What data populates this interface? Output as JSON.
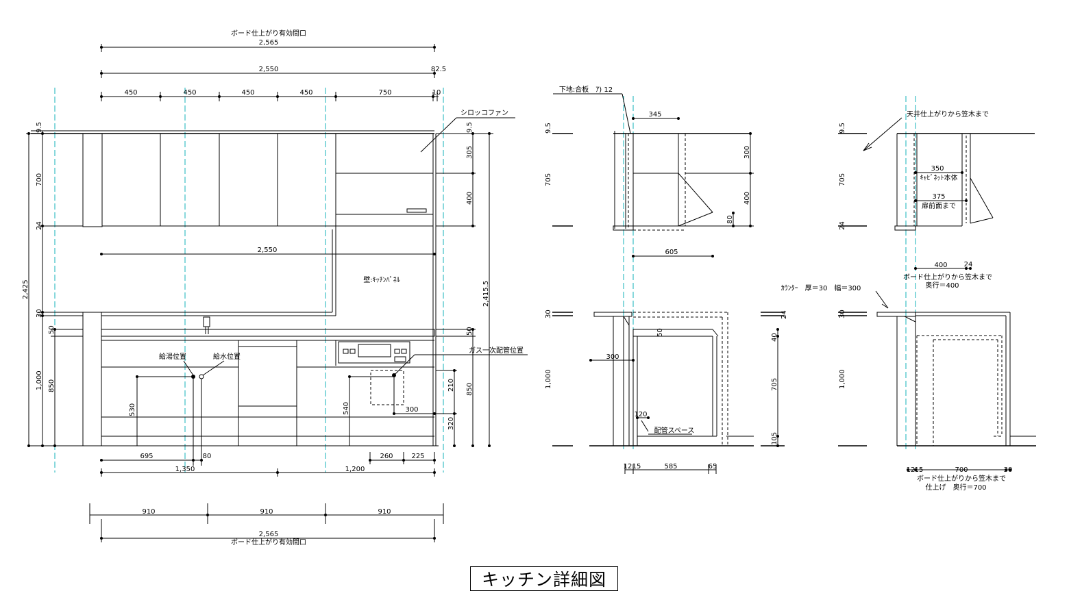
{
  "title": "キッチン詳細図",
  "front": {
    "top_label": "ボード仕上がり有効間口",
    "top_total": "2,565",
    "dim_2550": "2,550",
    "dim_825": "82.5",
    "seg": [
      "450",
      "450",
      "450",
      "450",
      "750",
      "10"
    ],
    "sirocco": "シロッコファン",
    "left_95": "9.5",
    "left_700": "700",
    "left_24": "24",
    "left_2425": "2,425",
    "left_30": "30",
    "left_50": "50",
    "left_1000": "1,000",
    "left_850": "850",
    "right_95": "9.5",
    "right_305": "305",
    "right_400": "400",
    "right_24155": "2,415.5",
    "right_50": "50",
    "right_850": "850",
    "right_210": "210",
    "right_320": "320",
    "mid_2550": "2,550",
    "wall": "壁:ｷｯﾁﾝﾊﾟﾈﾙ",
    "hot": "給湯位置",
    "cold": "給水位置",
    "gas": "ガス一次配管位置",
    "d530": "530",
    "d540": "540",
    "d300": "300",
    "d695": "695",
    "d80": "80",
    "d260": "260",
    "d225": "225",
    "d1350": "1,350",
    "d1200": "1,200",
    "b910a": "910",
    "b910b": "910",
    "b910c": "910",
    "bottom_total": "2,565",
    "bottom_label": "ボード仕上がり有効間口"
  },
  "section1": {
    "plywood": "下地:合板　ｱ) 12",
    "d345": "345",
    "d95": "9.5",
    "d705": "705",
    "d300": "300",
    "d400": "400",
    "d80": "80",
    "d605": "605",
    "d30": "30",
    "d300b": "300",
    "d50": "50",
    "d1000": "1,000",
    "d120": "120",
    "pipe": "配管スペース",
    "d24r": "24",
    "d40": "40",
    "d705b": "705",
    "d105": "105",
    "d12": "12",
    "d15": "15",
    "d585": "585",
    "d65": "65"
  },
  "section2": {
    "ceiling": "天井仕上がりから笠木まで",
    "d95": "9.5",
    "d705": "705",
    "d24": "24",
    "d350": "350",
    "cab": "ｷｬﾋﾞﾈｯﾄ本体",
    "d375": "375",
    "door": "扉前面まで",
    "d400": "400",
    "d24b": "24",
    "board1": "ボード仕上がりから笠木まで",
    "depth400": "奥行＝400",
    "counter": "ｶｳﾝﾀｰ　厚＝30　幅＝300",
    "d30": "30",
    "d1000": "1,000",
    "d12": "12",
    "d15": "15",
    "d700": "700",
    "d30b": "30",
    "board2": "ボード仕上がりから笠木まで",
    "depth700": "仕上げ　奥行＝700"
  }
}
